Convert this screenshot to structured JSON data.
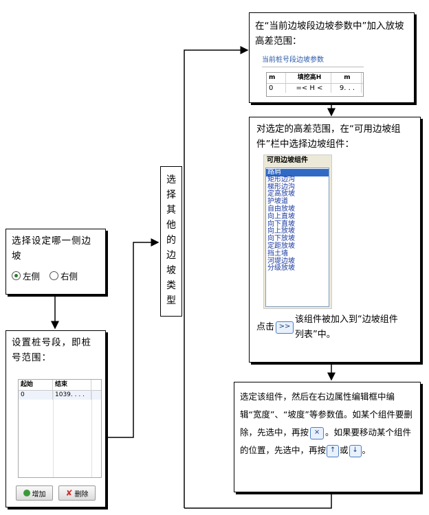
{
  "box_side": {
    "text": "选择设定哪一侧边坡",
    "radio_left": "左侧",
    "radio_right": "右侧",
    "selected": "左侧"
  },
  "box_stake": {
    "text": "设置桩号段，即桩号范围：",
    "headers": [
      "起始",
      "结束"
    ],
    "rows": [
      [
        "0",
        "1039. . . ."
      ]
    ],
    "add_label": "增加",
    "delete_label": "删除"
  },
  "box_vertical": {
    "text": "选择其他的边坡类型"
  },
  "box_height": {
    "text": "在“当前边坡段边坡参数中”加入放坡高差范围：",
    "group_title": "当前桩号段边坡参数",
    "headers": [
      "m",
      "填挖高H",
      "m"
    ],
    "row": [
      "0",
      "=< H <",
      "9. . ."
    ]
  },
  "box_component": {
    "text": "对选定的高差范围，在“可用边坡组件”栏中选择边坡组件：",
    "list_title": "可用边坡组件",
    "items": [
      "路肩",
      "矩形边沟",
      "梯形边沟",
      "定高放坡",
      "护坡道",
      "自由放坡",
      "向上直坡",
      "向下直坡",
      "向上放坡",
      "向下放坡",
      "定距放坡",
      "挡土墙",
      "河堤边坡",
      "分级放坡"
    ],
    "selected_index": 0,
    "pre": "点击",
    "btn_icon": ">>",
    "post": "该组件被加入到“边坡组件列表”中。"
  },
  "box_edit": {
    "line1": "选定该组件，然后在右边属性编辑框中编辑“宽度”、“坡度”等参数值。如某个组件要删除，先选中，再按",
    "delete_icon": "×",
    "line2": "。如果要移动某个组件的位置，先选中，再按",
    "up_icon": "↑",
    "or": "或",
    "down_icon": "↓",
    "end": "。"
  }
}
